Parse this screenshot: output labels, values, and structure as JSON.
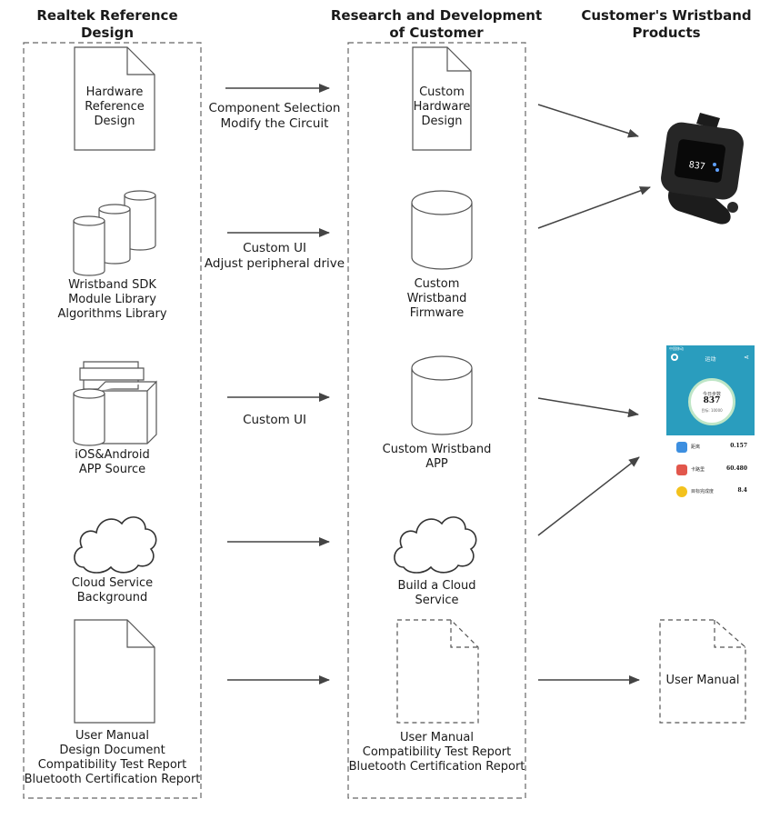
{
  "headers": {
    "left": [
      "Realtek Reference",
      "Design"
    ],
    "middle": [
      "Research and Development",
      "of Customer"
    ],
    "right": [
      "Customer's Wristband",
      "Products"
    ]
  },
  "left_items": {
    "hardware": [
      "Hardware",
      "Reference",
      "Design"
    ],
    "sdk": [
      "Wristband SDK",
      "Module Library",
      "Algorithms Library"
    ],
    "app": [
      "iOS&Android",
      "APP Source"
    ],
    "cloud": [
      "Cloud Service",
      "Background"
    ],
    "docs": [
      "User Manual",
      "Design Document",
      "Compatibility Test Report",
      "Bluetooth Certification Report"
    ]
  },
  "arrow_labels": {
    "a1": [
      "Component Selection",
      "Modify the Circuit"
    ],
    "a2": [
      "Custom UI",
      "Adjust peripheral drive"
    ],
    "a3": [
      "Custom UI"
    ]
  },
  "middle_items": {
    "hardware": [
      "Custom",
      "Hardware",
      "Design"
    ],
    "firmware": [
      "Custom",
      "Wristband",
      "Firmware"
    ],
    "app": [
      "Custom Wristband",
      "APP"
    ],
    "cloud": [
      "Build a Cloud",
      "Service"
    ],
    "docs": [
      "User Manual",
      "Compatibility Test Report",
      "Bluetooth Certification Report"
    ]
  },
  "right_items": {
    "manual": "User Manual",
    "watch_display": "837",
    "phone": {
      "status": "中国移动",
      "title": "运动",
      "ring_label": "今日步数",
      "ring_value": "837",
      "ring_goal": "目标: 10000",
      "rows": [
        {
          "name": "距离",
          "value": "0.157",
          "color": "#3d8fe0"
        },
        {
          "name": "卡路里",
          "value": "60.480",
          "color": "#e2574c"
        },
        {
          "name": "目标完成度",
          "value": "8.4",
          "color": "#f3c21d"
        }
      ]
    }
  },
  "colors": {
    "line": "#444444",
    "stroke": "#555555",
    "phone_top": "#2a9dbe"
  }
}
